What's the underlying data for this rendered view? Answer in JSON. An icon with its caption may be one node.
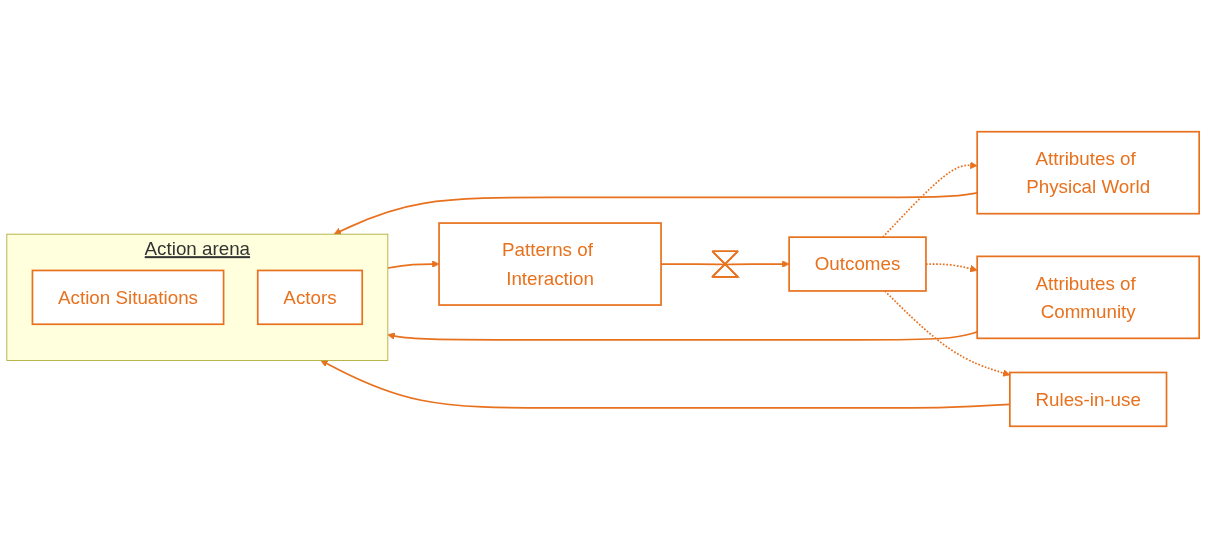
{
  "diagram": {
    "nodes": [
      {
        "text": [
          "Attributes of Physical World"
        ]
      },
      {
        "text": [
          "Attributes of Community"
        ]
      },
      {
        "text": [
          "Rules-in-use"
        ]
      },
      {
        "text": [
          "Action arena"
        ]
      },
      {
        "text": [
          "Action Situations"
        ],
        "in": 3
      },
      {
        "text": [
          "Actors"
        ],
        "in": 3
      },
      {
        "text": [
          "Patterns of Interaction"
        ]
      },
      {
        "text": [],
        "shape": "picture"
      },
      {
        "text": [
          "Outcomes"
        ]
      }
    ],
    "edges": [
      {
        "from": 0,
        "to": 3,
        "arrow": "to"
      },
      {
        "from": 1,
        "to": 3,
        "arrow": "to"
      },
      {
        "from": 2,
        "to": 3,
        "arrow": "to"
      },
      {
        "from": 3,
        "to": 6,
        "arrow": "to"
      },
      {
        "from": 6,
        "to": 7,
        "arrow": "none"
      },
      {
        "from": 7,
        "to": 8,
        "arrow": "to"
      },
      {
        "from": 8,
        "to": 0,
        "arrow": "to",
        "style": "dashed"
      },
      {
        "from": 8,
        "to": 1,
        "arrow": "to",
        "style": "dashed"
      },
      {
        "from": 8,
        "to": 2,
        "arrow": "to",
        "style": "dashed"
      }
    ]
  }
}
